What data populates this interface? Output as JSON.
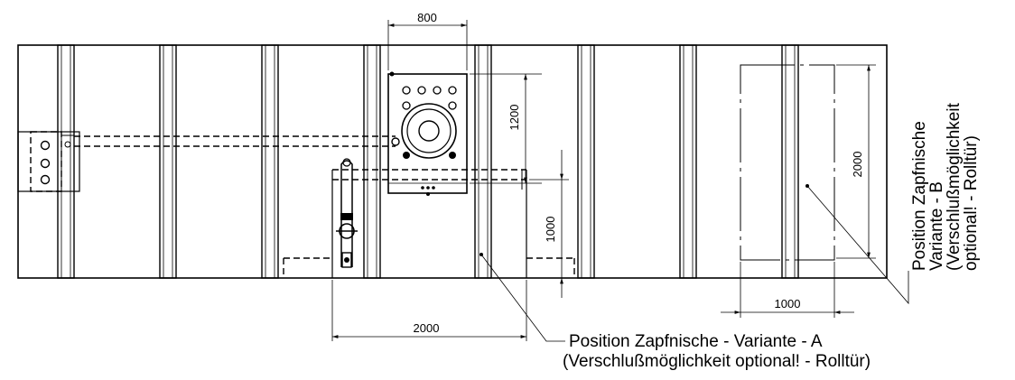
{
  "drawing": {
    "dimensions": {
      "panel_width": "800",
      "panel_height": "1200",
      "niche_a_height": "1000",
      "niche_a_width": "2000",
      "niche_b_height": "2000",
      "niche_b_width": "1000"
    },
    "notes": {
      "variant_a_line1": "Position Zapfnische - Variante - A",
      "variant_a_line2": "(Verschlußmöglichkeit optional! - Rolltür)",
      "variant_b_line1": "Position Zapfnische",
      "variant_b_line2": "Variante - B",
      "variant_b_line3": "(Verschlußmöglichkeit",
      "variant_b_line4": "optional! - Rolltür)"
    }
  }
}
